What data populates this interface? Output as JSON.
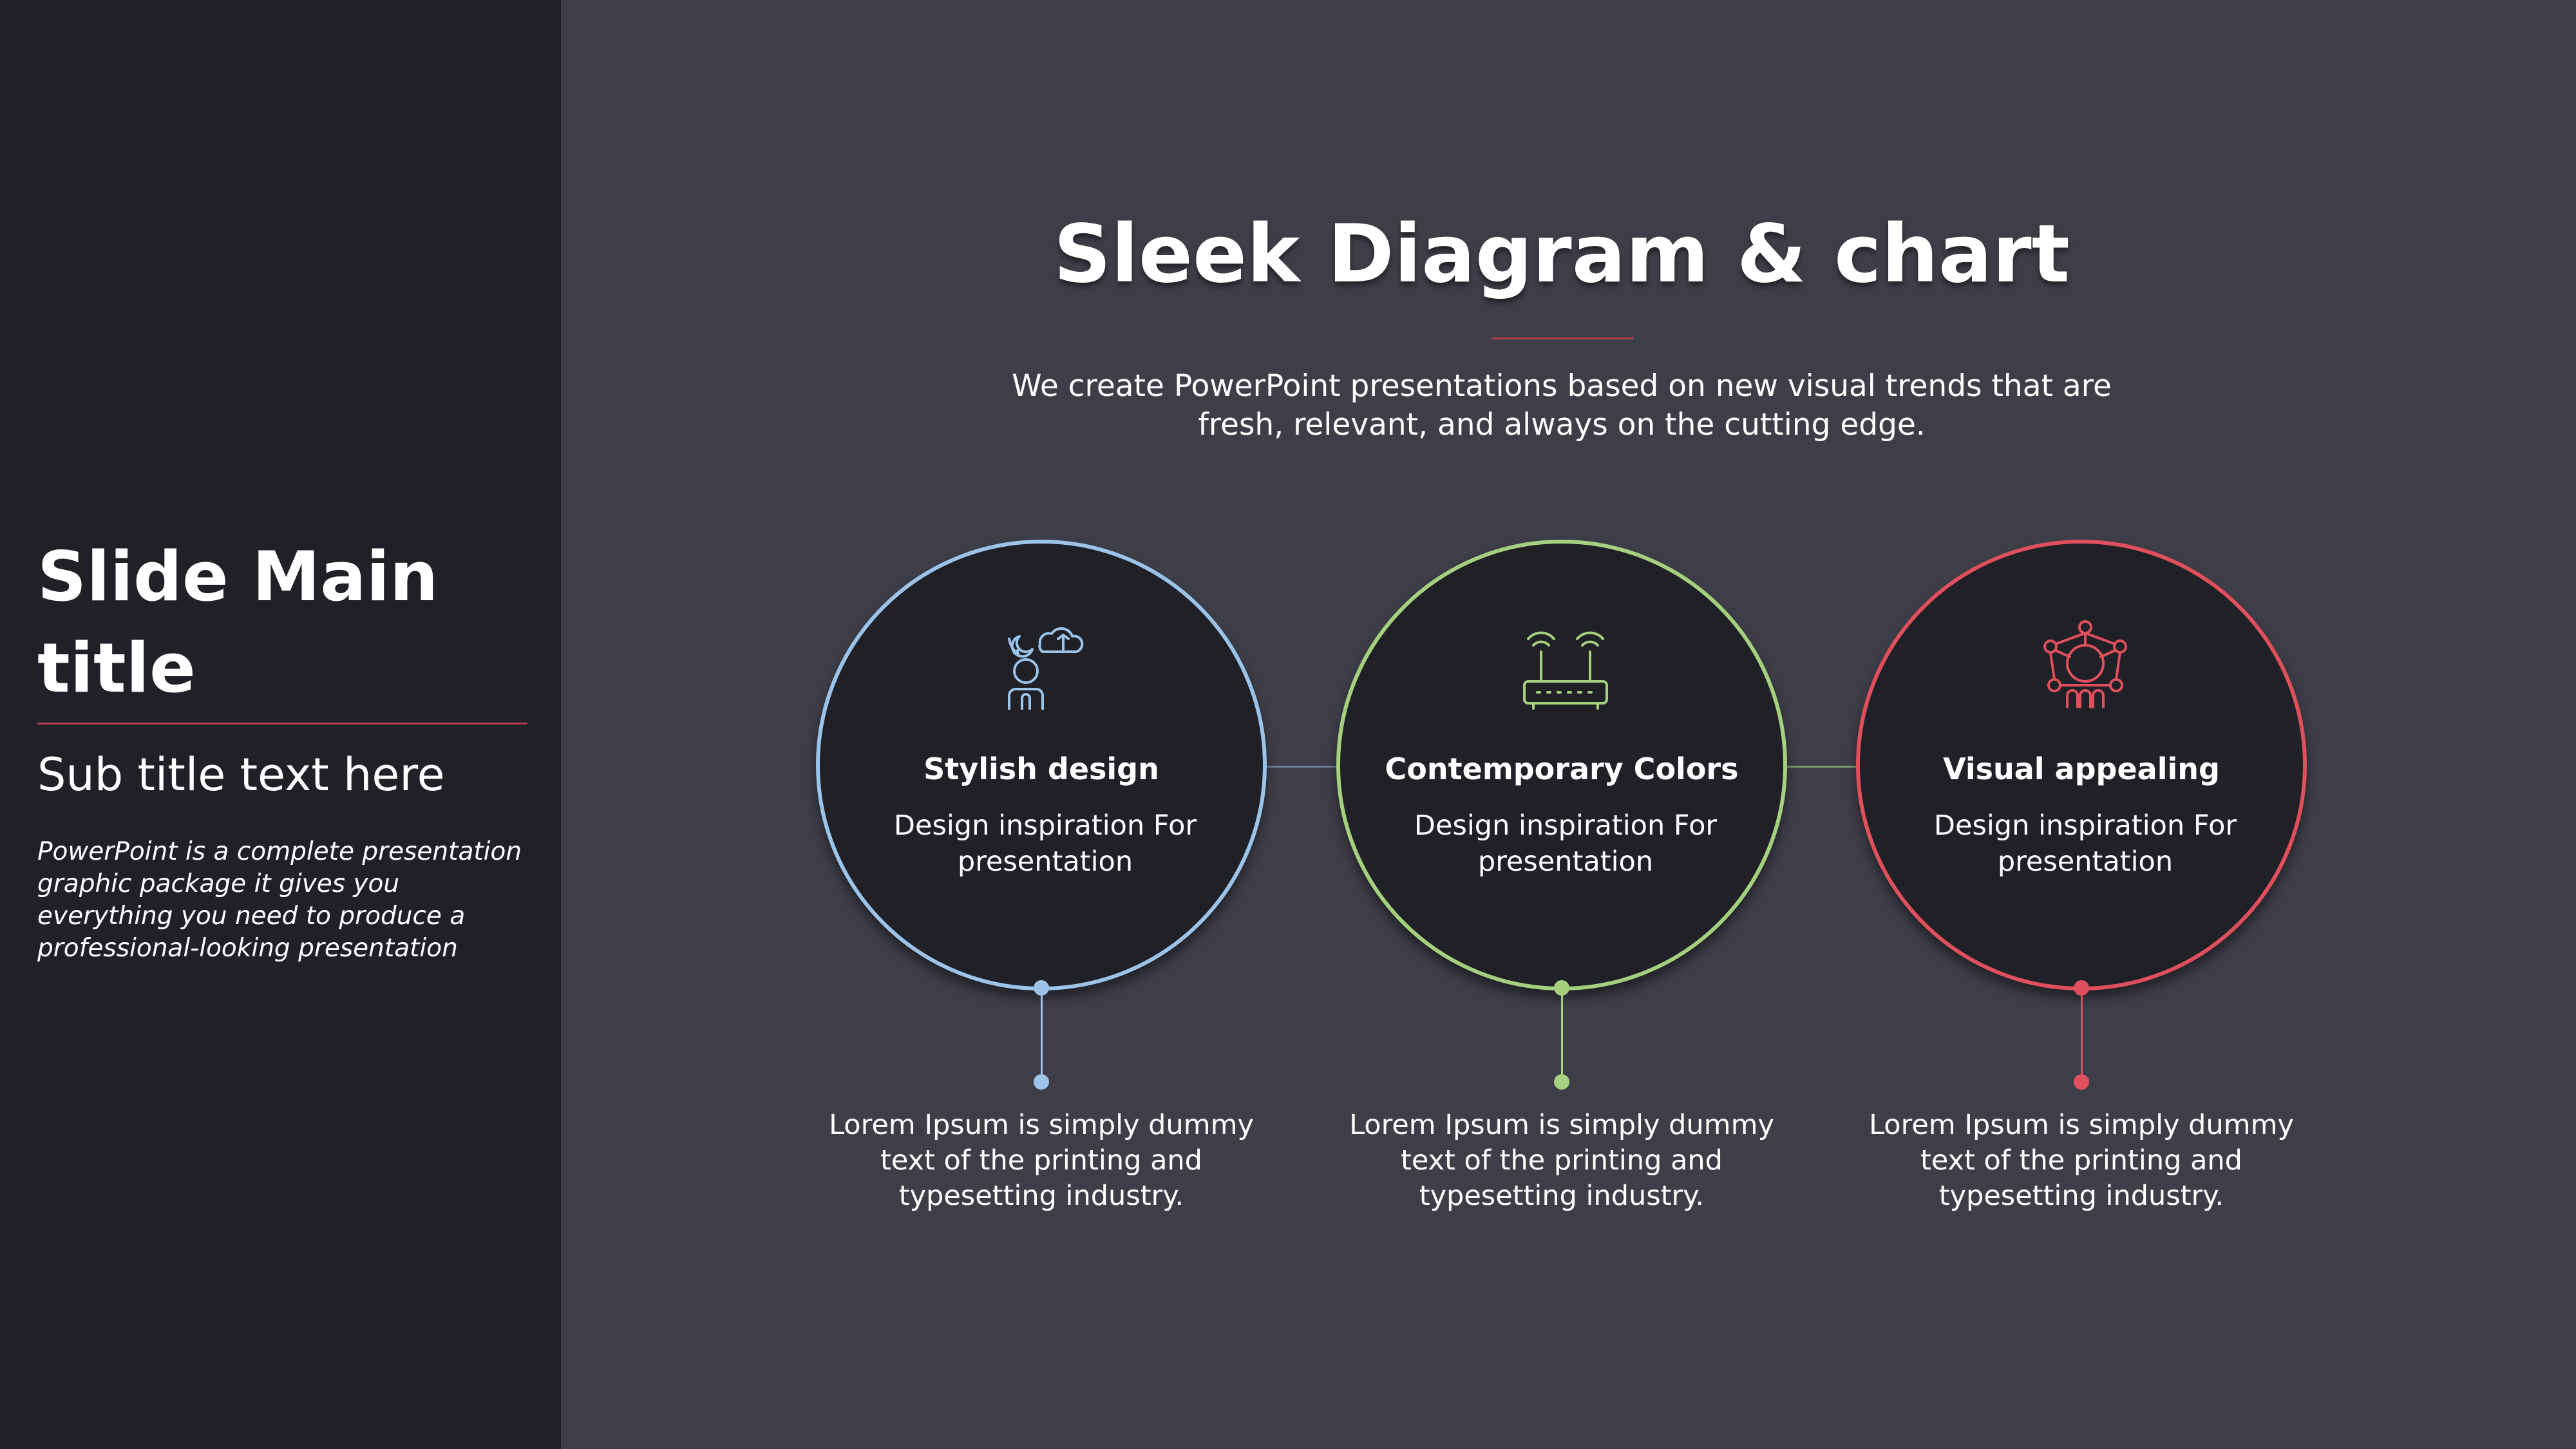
{
  "sidebar": {
    "title": "Slide Main title",
    "subtitle": "Sub title text here",
    "description": "PowerPoint is a complete presentation graphic package it gives you everything you need to produce a professional-looking presentation"
  },
  "header": {
    "title": "Sleek Diagram & chart",
    "intro": "We create PowerPoint presentations based on new visual trends that are fresh, relevant, and always on the cutting edge."
  },
  "items": [
    {
      "title": "Stylish design",
      "text": "Design inspiration For presentation",
      "caption": "Lorem Ipsum is simply dummy text of the printing and typesetting industry.",
      "color": "#9cc3e8",
      "icon": "person-thinking-icon"
    },
    {
      "title": "Contemporary Colors",
      "text": "Design inspiration For presentation",
      "caption": "Lorem Ipsum is simply dummy text of the printing and typesetting industry.",
      "color": "#a5d17f",
      "icon": "router-icon"
    },
    {
      "title": "Visual appealing",
      "text": "Design inspiration For presentation",
      "caption": "Lorem Ipsum is simply dummy text of the printing and typesetting industry.",
      "color": "#e0505c",
      "icon": "network-icon"
    }
  ],
  "colors": {
    "accent_rule": "#b5404c",
    "background": "#3e3e49",
    "sidebar": "#202027"
  }
}
